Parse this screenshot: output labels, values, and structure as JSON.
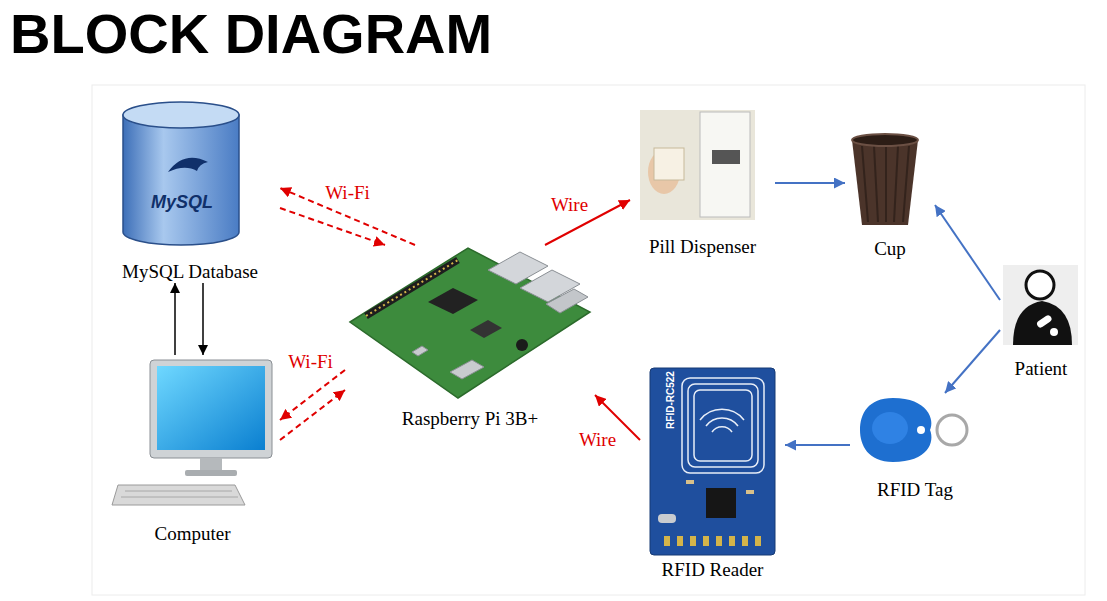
{
  "diagram": {
    "title": "BLOCK DIAGRAM",
    "nodes": [
      {
        "text": [
          "MySQL Database"
        ]
      },
      {
        "text": [
          "Pill Dispenser"
        ]
      },
      {
        "text": [
          "Cup"
        ]
      },
      {
        "text": [
          "Raspberry Pi 3B+"
        ]
      },
      {
        "text": [
          "Patient"
        ]
      },
      {
        "text": [
          "Computer"
        ]
      },
      {
        "text": [
          "RFID Tag"
        ]
      },
      {
        "text": [
          "RFID Reader"
        ]
      }
    ],
    "edges": [
      {
        "from": 5,
        "to": 0,
        "arrow": "to"
      },
      {
        "from": 0,
        "to": 5,
        "arrow": "to"
      },
      {
        "from": 3,
        "to": 0,
        "label": "Wi-Fi",
        "arrow": "to"
      },
      {
        "from": 0,
        "to": 3,
        "arrow": "to"
      },
      {
        "from": 3,
        "to": 5,
        "label": "Wi-Fi",
        "arrow": "to"
      },
      {
        "from": 5,
        "to": 3,
        "arrow": "to"
      },
      {
        "from": 3,
        "to": 1,
        "label": "Wire",
        "arrow": "to"
      },
      {
        "from": 1,
        "to": 2,
        "arrow": "to"
      },
      {
        "from": 4,
        "to": 2,
        "arrow": "to"
      },
      {
        "from": 4,
        "to": 6,
        "arrow": "to"
      },
      {
        "from": 6,
        "to": 7,
        "arrow": "to"
      },
      {
        "from": 7,
        "to": 3,
        "label": "Wire",
        "arrow": "to"
      }
    ],
    "labels": [
      "MySQL",
      "RFID-RC522"
    ]
  }
}
